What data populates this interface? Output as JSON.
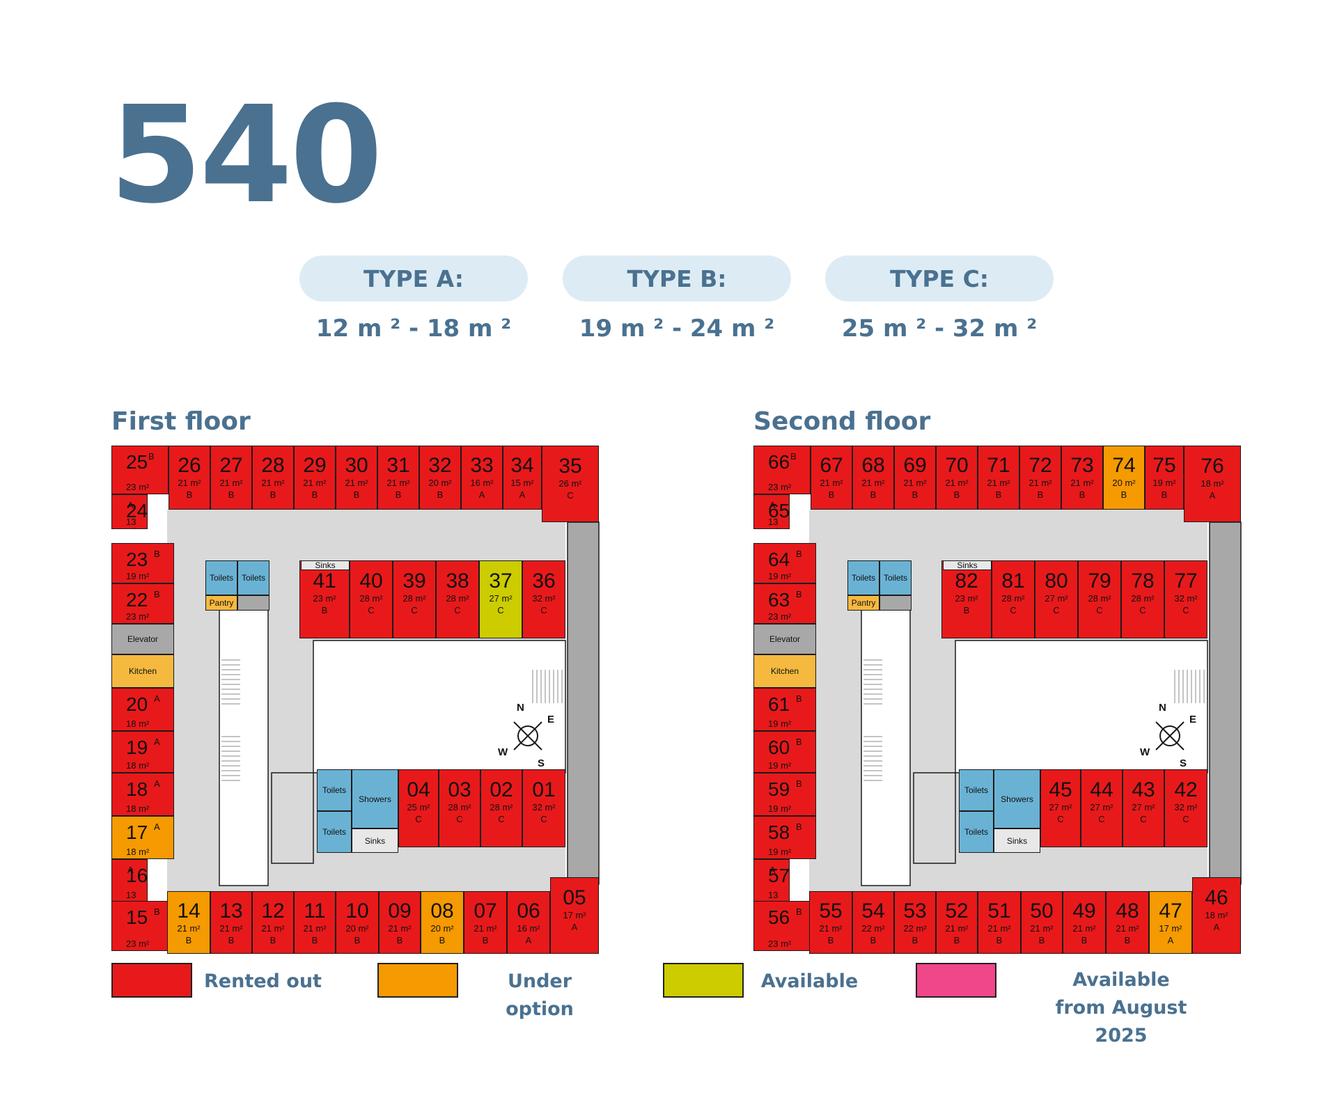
{
  "title": "540",
  "types": [
    {
      "label": "TYPE A:",
      "range": "12 m ² - 18 m ²"
    },
    {
      "label": "TYPE B:",
      "range": "19 m ² - 24 m ²"
    },
    {
      "label": "TYPE C:",
      "range": "25 m ² - 32 m ²"
    }
  ],
  "colors": {
    "rented": "#e8191b",
    "option": "#f59a00",
    "available": "#cccc00",
    "august": "#f0478a",
    "corridor": "#d9d9d9",
    "elevator": "#a8a8a8",
    "kitchen": "#f5b940",
    "facility": "#6ab2d4"
  },
  "floors": [
    {
      "name": "First floor",
      "facilities": {
        "toilets": "Toilets",
        "pantry": "Pantry",
        "sinks": "Sinks",
        "elevator": "Elevator",
        "kitchen": "Kitchen",
        "showers": "Showers"
      },
      "compass": {
        "n": "N",
        "e": "E",
        "s": "S",
        "w": "W"
      },
      "top_row": [
        {
          "no": "25",
          "area": "23 m²",
          "type": "B",
          "status": "rented"
        },
        {
          "no": "26",
          "area": "21 m²",
          "type": "B",
          "status": "rented"
        },
        {
          "no": "27",
          "area": "21 m²",
          "type": "B",
          "status": "rented"
        },
        {
          "no": "28",
          "area": "21 m²",
          "type": "B",
          "status": "rented"
        },
        {
          "no": "29",
          "area": "21 m²",
          "type": "B",
          "status": "rented"
        },
        {
          "no": "30",
          "area": "21 m²",
          "type": "B",
          "status": "rented"
        },
        {
          "no": "31",
          "area": "21 m²",
          "type": "B",
          "status": "rented"
        },
        {
          "no": "32",
          "area": "20 m²",
          "type": "B",
          "status": "rented"
        },
        {
          "no": "33",
          "area": "16 m²",
          "type": "A",
          "status": "rented"
        },
        {
          "no": "34",
          "area": "15 m²",
          "type": "A",
          "status": "rented"
        },
        {
          "no": "35",
          "area": "26 m²",
          "type": "C",
          "status": "rented"
        }
      ],
      "left_col": [
        {
          "no": "24",
          "area": "13 m²",
          "type": "A",
          "status": "rented"
        },
        {
          "no": "23",
          "area": "19 m²",
          "type": "B",
          "status": "rented"
        },
        {
          "no": "22",
          "area": "23 m²",
          "type": "B",
          "status": "rented"
        },
        {
          "no": "20",
          "area": "18 m²",
          "type": "A",
          "status": "rented"
        },
        {
          "no": "19",
          "area": "18 m²",
          "type": "A",
          "status": "rented"
        },
        {
          "no": "18",
          "area": "18 m²",
          "type": "A",
          "status": "rented"
        },
        {
          "no": "17",
          "area": "18 m²",
          "type": "A",
          "status": "option"
        },
        {
          "no": "16",
          "area": "13 m²",
          "type": "A",
          "status": "rented"
        },
        {
          "no": "15",
          "area": "23 m²",
          "type": "B",
          "status": "rented"
        }
      ],
      "bottom_row": [
        {
          "no": "14",
          "area": "21 m²",
          "type": "B",
          "status": "option"
        },
        {
          "no": "13",
          "area": "21 m²",
          "type": "B",
          "status": "rented"
        },
        {
          "no": "12",
          "area": "21 m²",
          "type": "B",
          "status": "rented"
        },
        {
          "no": "11",
          "area": "21 m²",
          "type": "B",
          "status": "rented"
        },
        {
          "no": "10",
          "area": "20 m²",
          "type": "B",
          "status": "rented"
        },
        {
          "no": "09",
          "area": "21 m²",
          "type": "B",
          "status": "rented"
        },
        {
          "no": "08",
          "area": "20 m²",
          "type": "B",
          "status": "option"
        },
        {
          "no": "07",
          "area": "21 m²",
          "type": "B",
          "status": "rented"
        },
        {
          "no": "06",
          "area": "16 m²",
          "type": "A",
          "status": "rented"
        },
        {
          "no": "05",
          "area": "17 m²",
          "type": "A",
          "status": "rented"
        }
      ],
      "inner_top": [
        {
          "no": "41",
          "area": "23 m²",
          "type": "B",
          "status": "rented"
        },
        {
          "no": "40",
          "area": "28 m²",
          "type": "C",
          "status": "rented"
        },
        {
          "no": "39",
          "area": "28 m²",
          "type": "C",
          "status": "rented"
        },
        {
          "no": "38",
          "area": "28 m²",
          "type": "C",
          "status": "rented"
        },
        {
          "no": "37",
          "area": "27 m²",
          "type": "C",
          "status": "available"
        },
        {
          "no": "36",
          "area": "32 m²",
          "type": "C",
          "status": "rented"
        }
      ],
      "inner_bottom": [
        {
          "no": "04",
          "area": "25 m²",
          "type": "C",
          "status": "rented"
        },
        {
          "no": "03",
          "area": "28 m²",
          "type": "C",
          "status": "rented"
        },
        {
          "no": "02",
          "area": "28 m²",
          "type": "C",
          "status": "rented"
        },
        {
          "no": "01",
          "area": "32 m²",
          "type": "C",
          "status": "rented"
        }
      ]
    },
    {
      "name": "Second floor",
      "facilities": {
        "toilets": "Toilets",
        "pantry": "Pantry",
        "sinks": "Sinks",
        "elevator": "Elevator",
        "kitchen": "Kitchen",
        "showers": "Showers"
      },
      "compass": {
        "n": "N",
        "e": "E",
        "s": "S",
        "w": "W"
      },
      "top_row": [
        {
          "no": "66",
          "area": "23 m²",
          "type": "B",
          "status": "rented"
        },
        {
          "no": "67",
          "area": "21 m²",
          "type": "B",
          "status": "rented"
        },
        {
          "no": "68",
          "area": "21 m²",
          "type": "B",
          "status": "rented"
        },
        {
          "no": "69",
          "area": "21 m²",
          "type": "B",
          "status": "rented"
        },
        {
          "no": "70",
          "area": "21 m²",
          "type": "B",
          "status": "rented"
        },
        {
          "no": "71",
          "area": "21 m²",
          "type": "B",
          "status": "rented"
        },
        {
          "no": "72",
          "area": "21 m²",
          "type": "B",
          "status": "rented"
        },
        {
          "no": "73",
          "area": "21 m²",
          "type": "B",
          "status": "rented"
        },
        {
          "no": "74",
          "area": "20 m²",
          "type": "B",
          "status": "option"
        },
        {
          "no": "75",
          "area": "19 m²",
          "type": "B",
          "status": "rented"
        },
        {
          "no": "76",
          "area": "18 m²",
          "type": "A",
          "status": "rented"
        }
      ],
      "left_col": [
        {
          "no": "65",
          "area": "13 m²",
          "type": "A",
          "status": "rented"
        },
        {
          "no": "64",
          "area": "19 m²",
          "type": "B",
          "status": "rented"
        },
        {
          "no": "63",
          "area": "23 m²",
          "type": "B",
          "status": "rented"
        },
        {
          "no": "61",
          "area": "19 m²",
          "type": "B",
          "status": "rented"
        },
        {
          "no": "60",
          "area": "19 m²",
          "type": "B",
          "status": "rented"
        },
        {
          "no": "59",
          "area": "19 m²",
          "type": "B",
          "status": "rented"
        },
        {
          "no": "58",
          "area": "19 m²",
          "type": "B",
          "status": "rented"
        },
        {
          "no": "57",
          "area": "13 m²",
          "type": "A",
          "status": "rented"
        },
        {
          "no": "56",
          "area": "23 m²",
          "type": "B",
          "status": "rented"
        }
      ],
      "bottom_row": [
        {
          "no": "55",
          "area": "21 m²",
          "type": "B",
          "status": "rented"
        },
        {
          "no": "54",
          "area": "22 m²",
          "type": "B",
          "status": "rented"
        },
        {
          "no": "53",
          "area": "22 m²",
          "type": "B",
          "status": "rented"
        },
        {
          "no": "52",
          "area": "21 m²",
          "type": "B",
          "status": "rented"
        },
        {
          "no": "51",
          "area": "21 m²",
          "type": "B",
          "status": "rented"
        },
        {
          "no": "50",
          "area": "21 m²",
          "type": "B",
          "status": "rented"
        },
        {
          "no": "49",
          "area": "21 m²",
          "type": "B",
          "status": "rented"
        },
        {
          "no": "48",
          "area": "21 m²",
          "type": "B",
          "status": "rented"
        },
        {
          "no": "47",
          "area": "17 m²",
          "type": "A",
          "status": "option"
        },
        {
          "no": "46",
          "area": "18 m²",
          "type": "A",
          "status": "rented"
        }
      ],
      "inner_top": [
        {
          "no": "82",
          "area": "23 m²",
          "type": "B",
          "status": "rented"
        },
        {
          "no": "81",
          "area": "28 m²",
          "type": "C",
          "status": "rented"
        },
        {
          "no": "80",
          "area": "27 m²",
          "type": "C",
          "status": "rented"
        },
        {
          "no": "79",
          "area": "28 m²",
          "type": "C",
          "status": "rented"
        },
        {
          "no": "78",
          "area": "28 m²",
          "type": "C",
          "status": "rented"
        },
        {
          "no": "77",
          "area": "32 m²",
          "type": "C",
          "status": "rented"
        }
      ],
      "inner_bottom": [
        {
          "no": "45",
          "area": "27 m²",
          "type": "C",
          "status": "rented"
        },
        {
          "no": "44",
          "area": "27 m²",
          "type": "C",
          "status": "rented"
        },
        {
          "no": "43",
          "area": "27 m²",
          "type": "C",
          "status": "rented"
        },
        {
          "no": "42",
          "area": "32 m²",
          "type": "C",
          "status": "rented"
        }
      ]
    }
  ],
  "legend": [
    {
      "label": "Rented out",
      "status": "rented"
    },
    {
      "label": "Under option",
      "status": "option"
    },
    {
      "label": "Available",
      "status": "available"
    },
    {
      "label": "Available from August 2025",
      "status": "august"
    }
  ]
}
